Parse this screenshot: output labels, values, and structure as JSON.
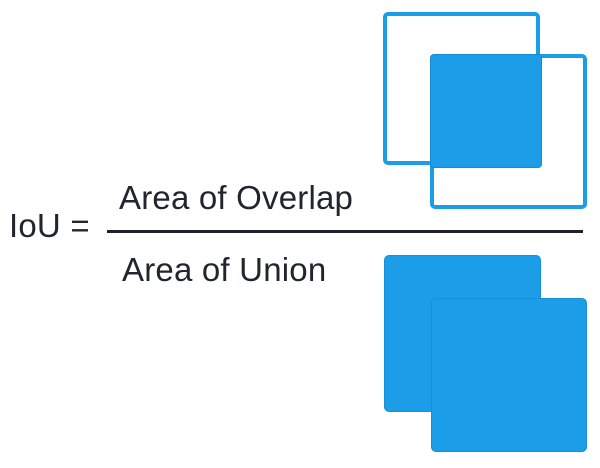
{
  "formula": {
    "lhs": "IoU =",
    "numerator": "Area of Overlap",
    "denominator": "Area of Union"
  },
  "colors": {
    "shape_blue": "#1B9EE7",
    "text": "#22242E",
    "fraction_line": "#1F222B",
    "background": "#FFFFFF"
  },
  "icons": {
    "overlap_diagram": "two-overlapping-squares-with-intersection-filled",
    "union_diagram": "two-overlapping-squares-union-silhouette-filled"
  }
}
